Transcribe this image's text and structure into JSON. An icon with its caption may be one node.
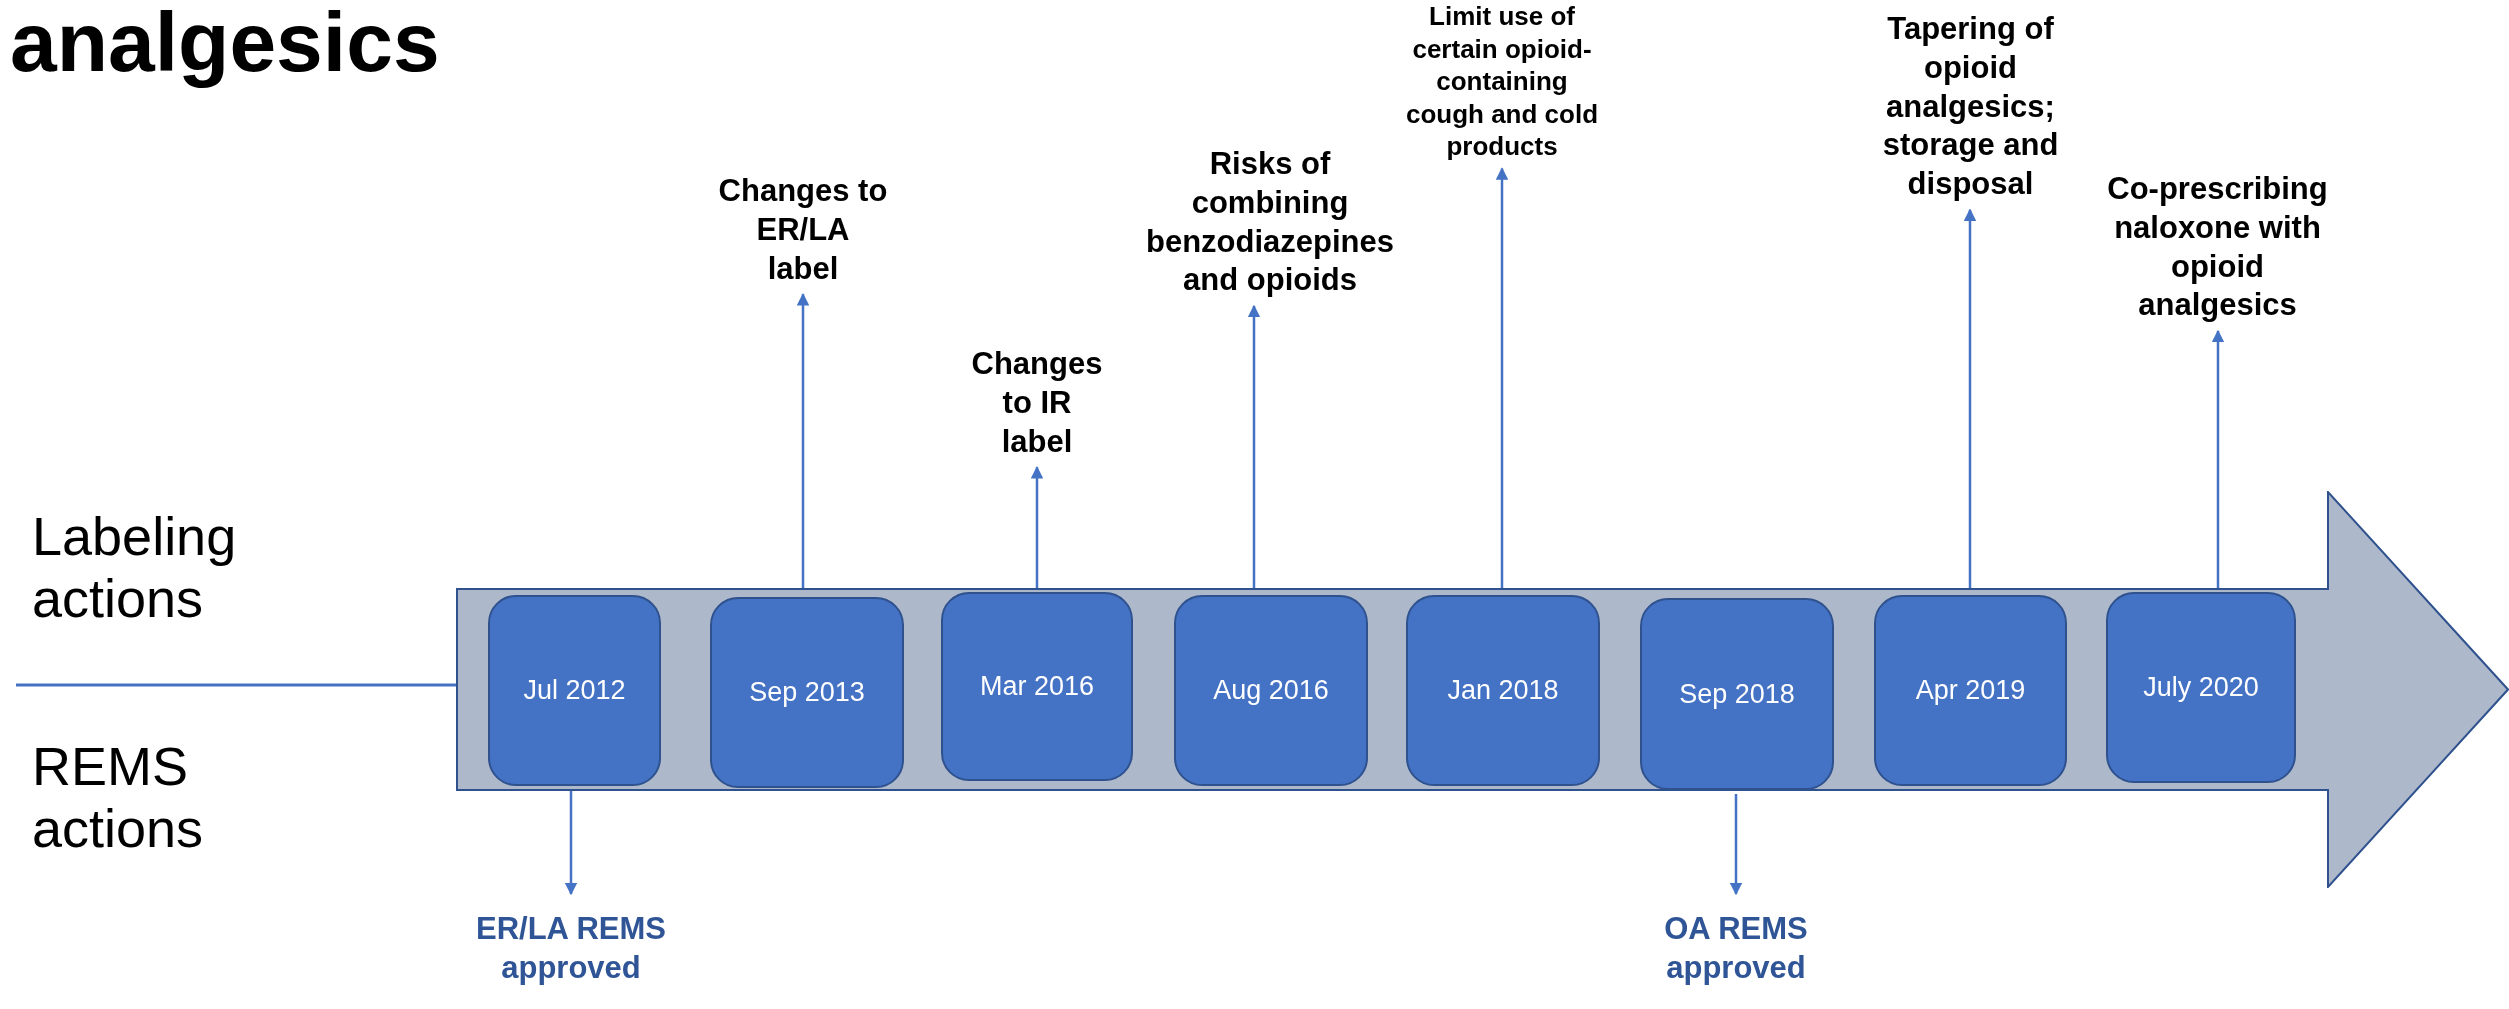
{
  "diagram": {
    "title": "analgesics",
    "nodes": [
      {
        "text": [],
        "shape": "arrow"
      },
      {
        "text": [
          "Jul 2012"
        ],
        "in": 0
      },
      {
        "text": [
          "Sep 2013"
        ],
        "in": 0
      },
      {
        "text": [
          "Mar 2016"
        ],
        "in": 0
      },
      {
        "text": [
          "Aug 2016"
        ],
        "in": 0
      },
      {
        "text": [
          "Jan 2018"
        ],
        "in": 0
      },
      {
        "text": [
          "Sep 2018"
        ],
        "in": 0
      },
      {
        "text": [
          "Apr 2019"
        ],
        "in": 0
      },
      {
        "text": [
          "July 2020"
        ],
        "in": 0
      },
      {
        "text": [
          "Changes to ER/LA label"
        ]
      },
      {
        "text": [
          "Changes to IR label"
        ]
      },
      {
        "text": [
          "Risks of combining benzodiazepines and opioids"
        ]
      },
      {
        "text": [
          "Limit use of certain opioid-containing cough and cold products"
        ]
      },
      {
        "text": [
          "Tapering of opioid analgesics; storage and disposal"
        ]
      },
      {
        "text": [
          "Co-prescribing naloxone with opioid analgesics"
        ]
      },
      {
        "text": [
          "ER/LA REMS approved"
        ]
      },
      {
        "text": [
          "OA REMS approved"
        ]
      }
    ],
    "edges": [
      {
        "from": 2,
        "to": 9,
        "arrow": "to"
      },
      {
        "from": 3,
        "to": 10,
        "arrow": "to"
      },
      {
        "from": 4,
        "to": 11,
        "arrow": "to"
      },
      {
        "from": 5,
        "to": 12,
        "arrow": "to"
      },
      {
        "from": 7,
        "to": 13,
        "arrow": "to"
      },
      {
        "from": 8,
        "to": 14,
        "arrow": "to"
      },
      {
        "from": 1,
        "to": 15,
        "arrow": "to"
      },
      {
        "from": 6,
        "to": 16,
        "arrow": "to"
      }
    ],
    "labels": [
      "Labeling actions",
      "REMS actions"
    ]
  }
}
